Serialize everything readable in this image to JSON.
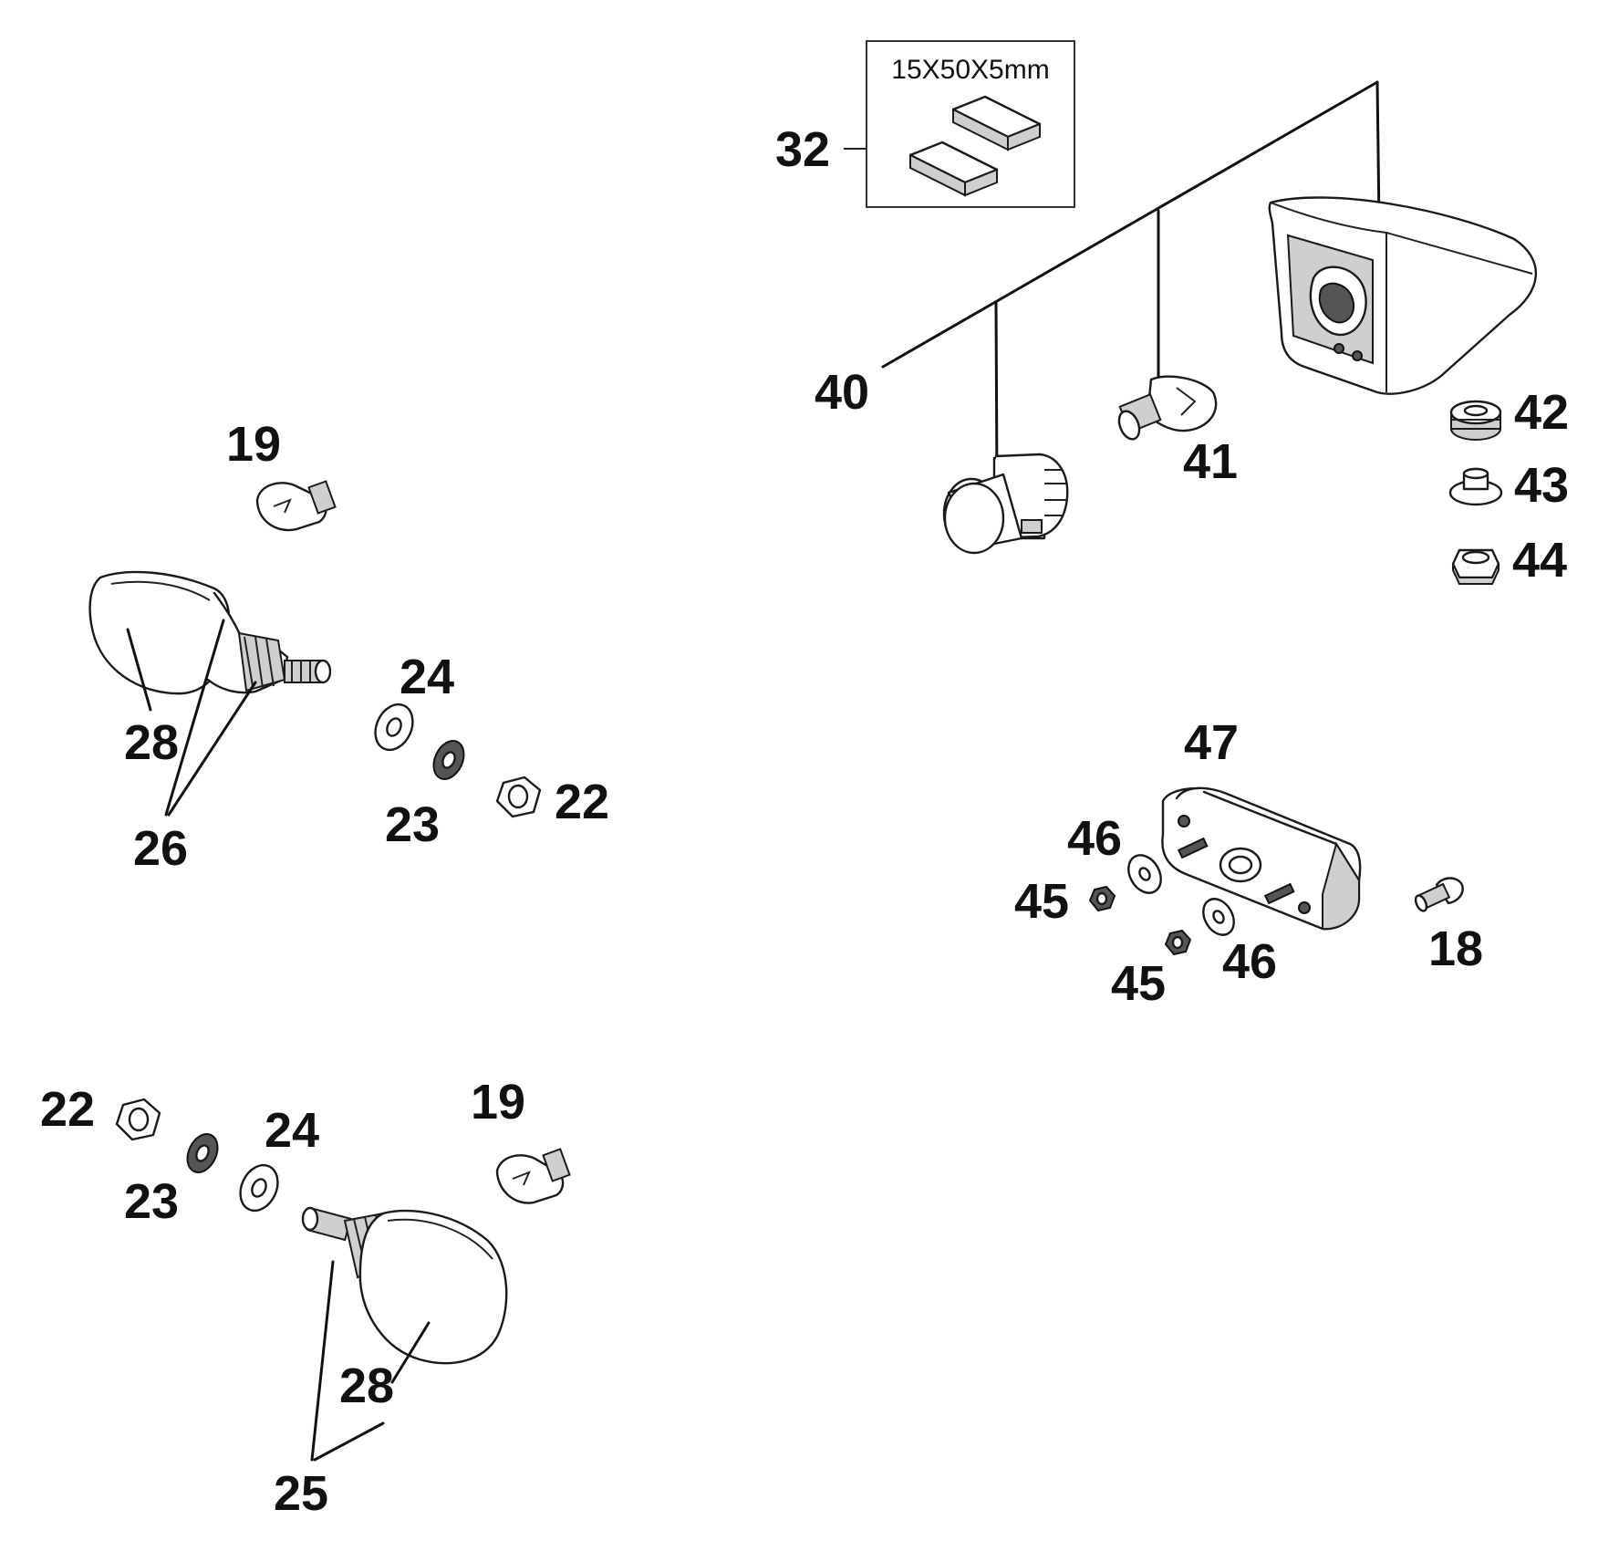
{
  "kit_box": {
    "dimension_text": "15X50X5mm"
  },
  "callouts": [
    {
      "id": "c32",
      "text": "32"
    },
    {
      "id": "c40",
      "text": "40"
    },
    {
      "id": "c41",
      "text": "41"
    },
    {
      "id": "c42",
      "text": "42"
    },
    {
      "id": "c43",
      "text": "43"
    },
    {
      "id": "c44",
      "text": "44"
    },
    {
      "id": "c19a",
      "text": "19"
    },
    {
      "id": "c28a",
      "text": "28"
    },
    {
      "id": "c26",
      "text": "26"
    },
    {
      "id": "c24a",
      "text": "24"
    },
    {
      "id": "c23a",
      "text": "23"
    },
    {
      "id": "c22a",
      "text": "22"
    },
    {
      "id": "c47",
      "text": "47"
    },
    {
      "id": "c46a",
      "text": "46"
    },
    {
      "id": "c45a",
      "text": "45"
    },
    {
      "id": "c45b",
      "text": "45"
    },
    {
      "id": "c46b",
      "text": "46"
    },
    {
      "id": "c18",
      "text": "18"
    },
    {
      "id": "c22b",
      "text": "22"
    },
    {
      "id": "c23b",
      "text": "23"
    },
    {
      "id": "c24b",
      "text": "24"
    },
    {
      "id": "c19b",
      "text": "19"
    },
    {
      "id": "c28b",
      "text": "28"
    },
    {
      "id": "c25",
      "text": "25"
    }
  ]
}
